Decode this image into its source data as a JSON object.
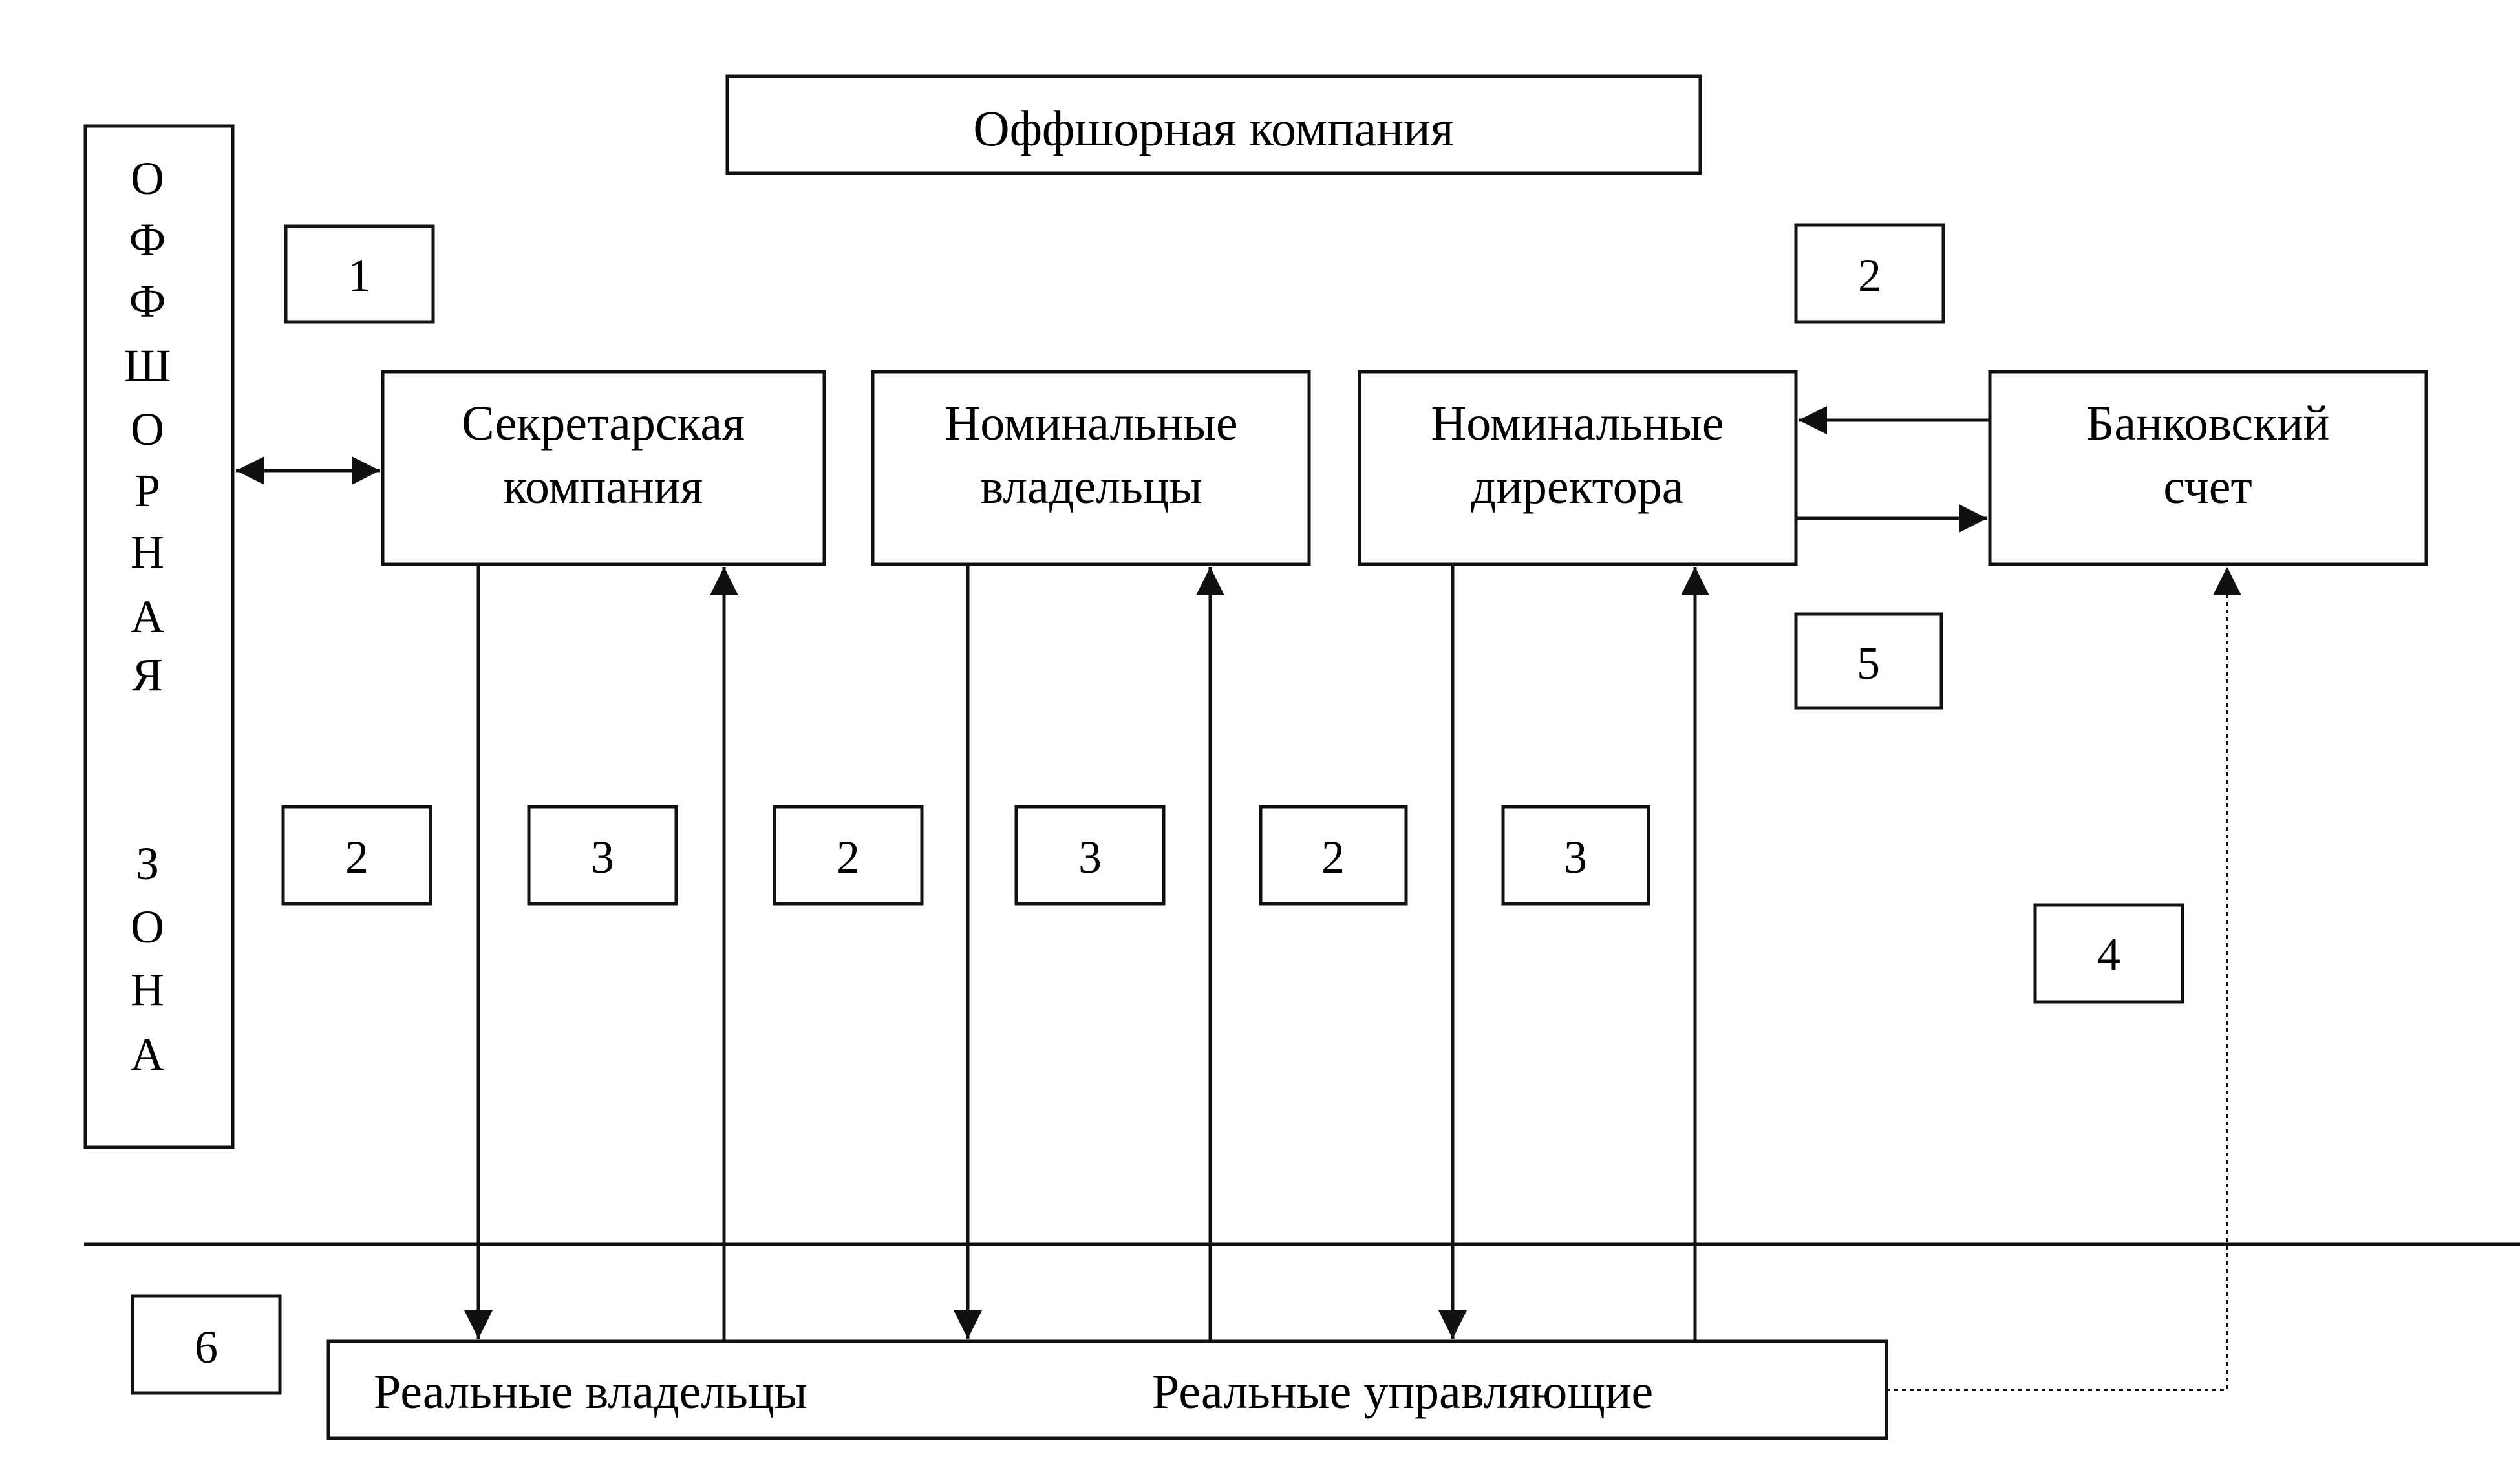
{
  "diagram": {
    "title": "Оффшорная компания",
    "zone_label": "О Ф Ф Ш О Р Н А Я З О Н А",
    "zone_letters_top": [
      "О",
      "Ф",
      "Ф",
      "Ш",
      "О",
      "Р",
      "Н",
      "А",
      "Я"
    ],
    "zone_letters_bottom": [
      "З",
      "О",
      "Н",
      "А"
    ],
    "nodes": {
      "secretary": {
        "line1": "Секретарская",
        "line2": "компания"
      },
      "nominal_owners": {
        "line1": "Номинальные",
        "line2": "владельцы"
      },
      "nominal_directors": {
        "line1": "Номинальные",
        "line2": "директора"
      },
      "bank_account": {
        "line1": "Банковский",
        "line2": "счет"
      }
    },
    "bottom": {
      "real_owners": "Реальные владельцы",
      "real_managers": "Реальные управляющие"
    },
    "numbers": {
      "n1": "1",
      "n2_top": "2",
      "n5": "5",
      "n2_a": "2",
      "n3_a": "3",
      "n2_b": "2",
      "n3_b": "3",
      "n2_c": "2",
      "n3_c": "3",
      "n4": "4",
      "n6": "6"
    },
    "colors": {
      "stroke": "#111111",
      "text": "#000000",
      "background": "#ffffff"
    }
  }
}
